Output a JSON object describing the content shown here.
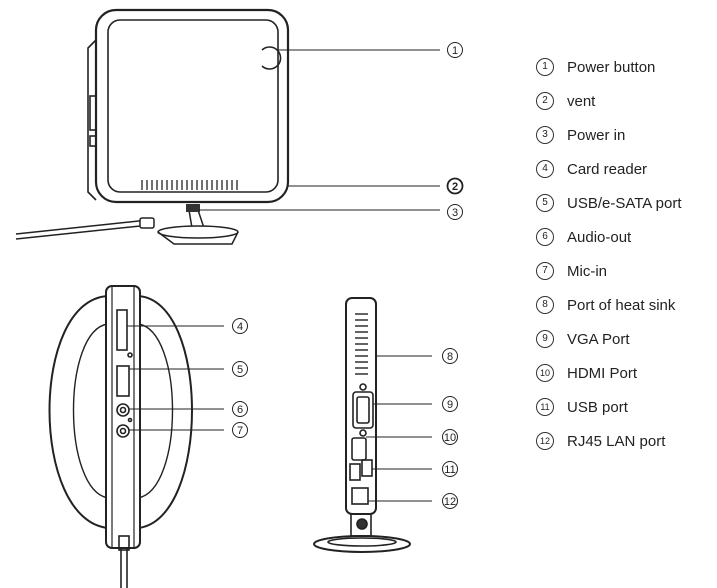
{
  "legend": [
    {
      "num": "1",
      "label": "Power button"
    },
    {
      "num": "2",
      "label": "vent"
    },
    {
      "num": "3",
      "label": "Power in"
    },
    {
      "num": "4",
      "label": "Card reader"
    },
    {
      "num": "5",
      "label": "USB/e-SATA port"
    },
    {
      "num": "6",
      "label": "Audio-out"
    },
    {
      "num": "7",
      "label": "Mic-in"
    },
    {
      "num": "8",
      "label": "Port of heat sink"
    },
    {
      "num": "9",
      "label": "VGA Port"
    },
    {
      "num": "10",
      "label": "HDMI Port"
    },
    {
      "num": "11",
      "label": "USB port"
    },
    {
      "num": "12",
      "label": "RJ45 LAN port"
    }
  ],
  "callouts": [
    "1",
    "2",
    "3",
    "4",
    "5",
    "6",
    "7",
    "8",
    "9",
    "10",
    "11",
    "12"
  ]
}
